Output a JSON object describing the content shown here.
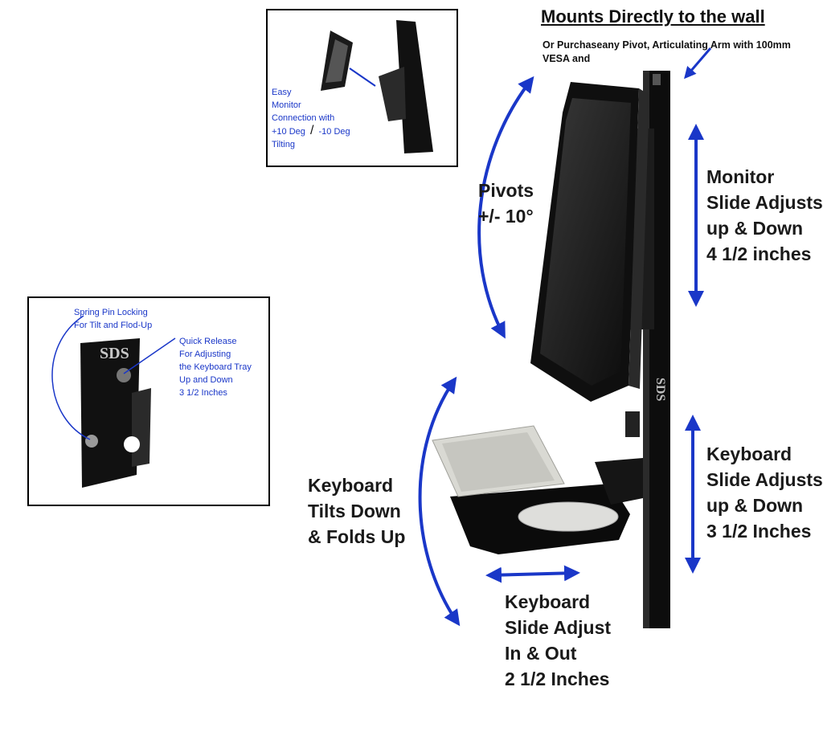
{
  "header": {
    "title": "Mounts Directly to the wall",
    "subtitle": "Or Purchaseany Pivot, Articulating Arm with 100mm VESA and"
  },
  "inset_top": {
    "lines": [
      "Easy",
      "Monitor",
      "Connection with",
      "+10 Deg",
      "/",
      "-10 Deg",
      "Tilting"
    ]
  },
  "inset_left": {
    "spring_pin": [
      "Spring Pin Locking",
      "For Tilt and Flod-Up"
    ],
    "quick_release": [
      "Quick Release",
      "For Adjusting",
      "the Keyboard Tray",
      "Up and Down",
      "3 1/2 Inches"
    ],
    "logo_text": "SDS"
  },
  "pivots": [
    "Pivots",
    "+/- 10°"
  ],
  "monitor_slide": [
    "Monitor",
    "Slide Adjusts",
    "up & Down",
    "4 1/2 inches"
  ],
  "keyboard_slide": [
    "Keyboard",
    "Slide Adjusts",
    "up & Down",
    "3 1/2 Inches"
  ],
  "keyboard_tilt": [
    "Keyboard",
    "Tilts Down",
    "& Folds Up"
  ],
  "keyboard_inout": [
    "Keyboard",
    "Slide Adjust",
    "In & Out",
    "2 1/2 Inches"
  ],
  "pole_logo": "SDS",
  "colors": {
    "arrow": "#1a37c8",
    "mount": "#111111",
    "keyboard": "#d9d9d3"
  }
}
